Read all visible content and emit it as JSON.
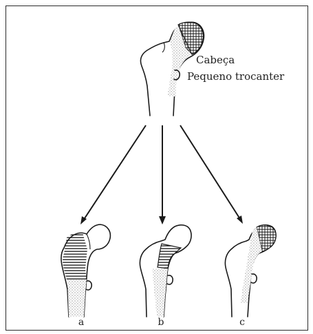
{
  "labels": {
    "head": "Cabeça",
    "lesser_trochanter": "Pequeno trocanter"
  },
  "sub_figures": [
    {
      "letter": "a"
    },
    {
      "letter": "b"
    },
    {
      "letter": "c"
    }
  ],
  "colors": {
    "ink": "#1a1a1a",
    "border": "#2a2a2a",
    "background": "#ffffff"
  }
}
